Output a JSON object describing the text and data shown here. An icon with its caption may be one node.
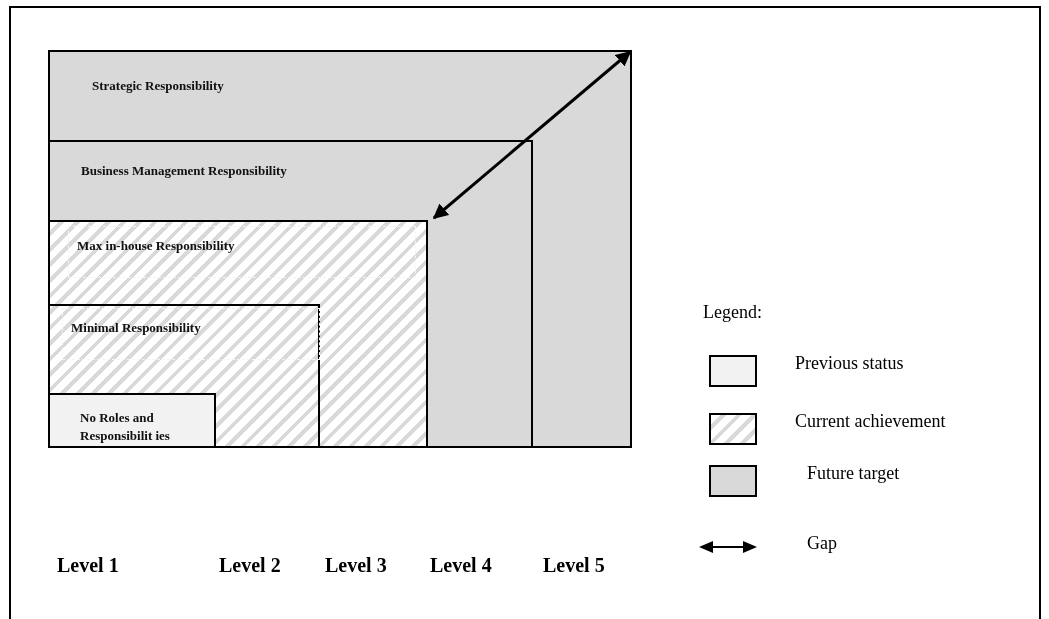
{
  "diagram": {
    "nodes": [
      {
        "text": [
          "Strategic Responsibility"
        ]
      },
      {
        "text": [
          "Business Management Responsibility"
        ],
        "in": 0
      },
      {
        "text": [
          "Max in-house Responsibility"
        ],
        "in": 1
      },
      {
        "text": [
          "Minimal Responsibility"
        ],
        "in": 2
      },
      {
        "text": [
          "No Roles and Responsibilit ies"
        ],
        "in": 3
      }
    ],
    "edges": [
      {
        "from": 2,
        "to": 0,
        "arrow": "both"
      }
    ],
    "labels": [
      "Level 1",
      "Level 2",
      "Level 3",
      "Level 4",
      "Level 5",
      "Legend:"
    ],
    "legend": [
      {
        "text": "Previous status",
        "color": "#f2f2f2"
      },
      {
        "text": "Current achievement"
      },
      {
        "text": "Future target",
        "color": "#d9d9d9"
      },
      {
        "text": "Gap"
      }
    ]
  }
}
